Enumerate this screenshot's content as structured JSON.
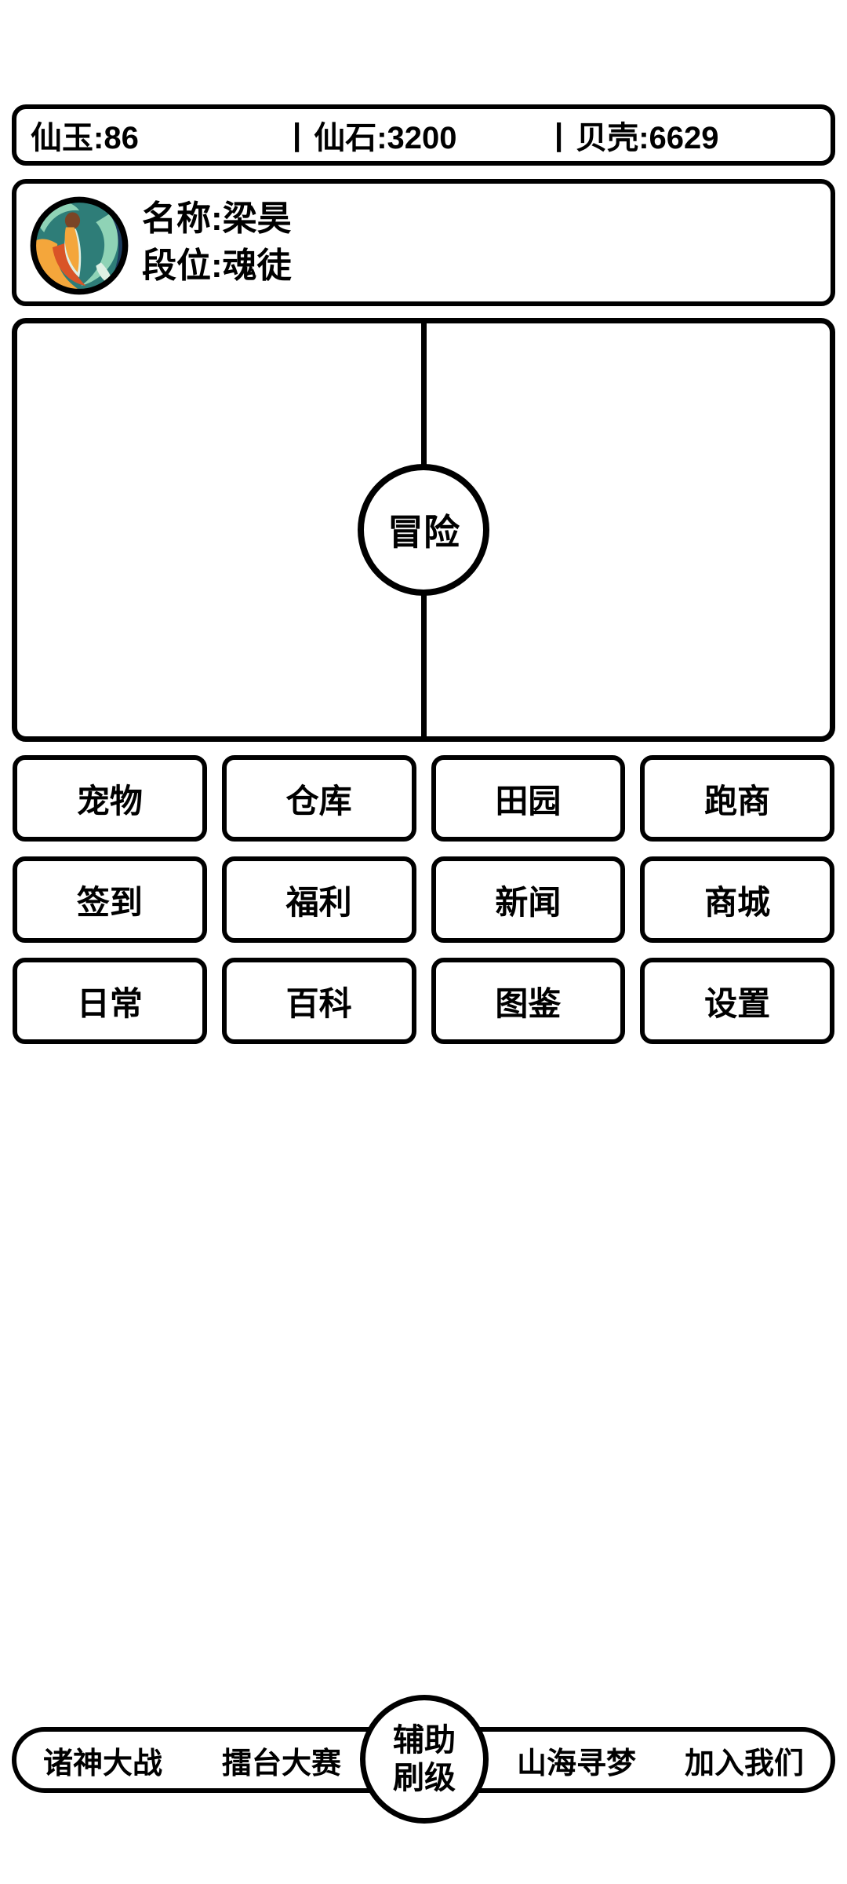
{
  "theme": {
    "border_color": "#000000",
    "background": "#ffffff",
    "text_color": "#000000"
  },
  "currency_bar": {
    "separator": "|",
    "items": [
      {
        "display": "仙玉:86"
      },
      {
        "display": "仙石:3200"
      },
      {
        "display": "贝壳:6629"
      }
    ]
  },
  "profile": {
    "name_line": "名称:梁昊",
    "rank_line": "段位:魂徒"
  },
  "avatar": {
    "palette": [
      "#2e7d78",
      "#8fd3b6",
      "#1b3a5c",
      "#f4a63b",
      "#d95427",
      "#dff0e4",
      "#7a4526"
    ]
  },
  "adventure": {
    "label": "冒险"
  },
  "menu": {
    "items": [
      "宠物",
      "仓库",
      "田园",
      "跑商",
      "签到",
      "福利",
      "新闻",
      "商城",
      "日常",
      "百科",
      "图鉴",
      "设置"
    ]
  },
  "bottom_bar": {
    "left_items": [
      "诸神大战",
      "擂台大赛"
    ],
    "center_button": {
      "line1": "辅助",
      "line2": "刷级"
    },
    "right_items": [
      "山海寻梦",
      "加入我们"
    ]
  }
}
